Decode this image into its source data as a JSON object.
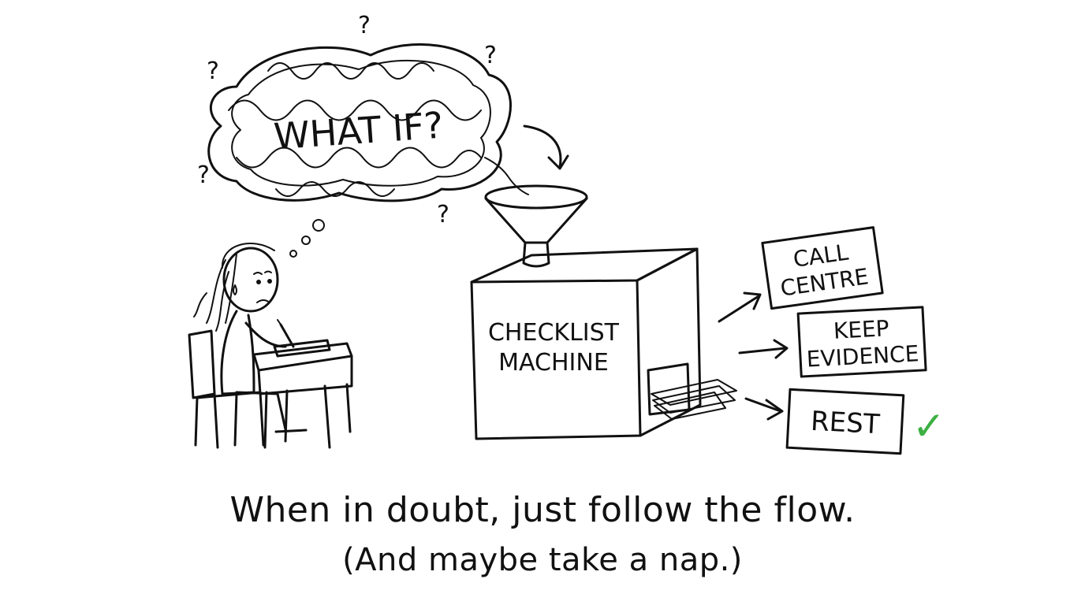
{
  "thought": {
    "label": "WHAT IF?",
    "marks": [
      "?",
      "?",
      "?",
      "?",
      "?",
      "?"
    ]
  },
  "machine": {
    "line1": "CHECKLIST",
    "line2": "MACHINE"
  },
  "outputs": [
    {
      "line1": "CALL",
      "line2": "CENTRE"
    },
    {
      "line1": "KEEP",
      "line2": "EVIDENCE"
    },
    {
      "line1": "REST",
      "check": "✓",
      "check_color": "#3cb043"
    }
  ],
  "caption": {
    "line1": "When in doubt, just follow the flow.",
    "line2": "(And maybe take a nap.)"
  }
}
